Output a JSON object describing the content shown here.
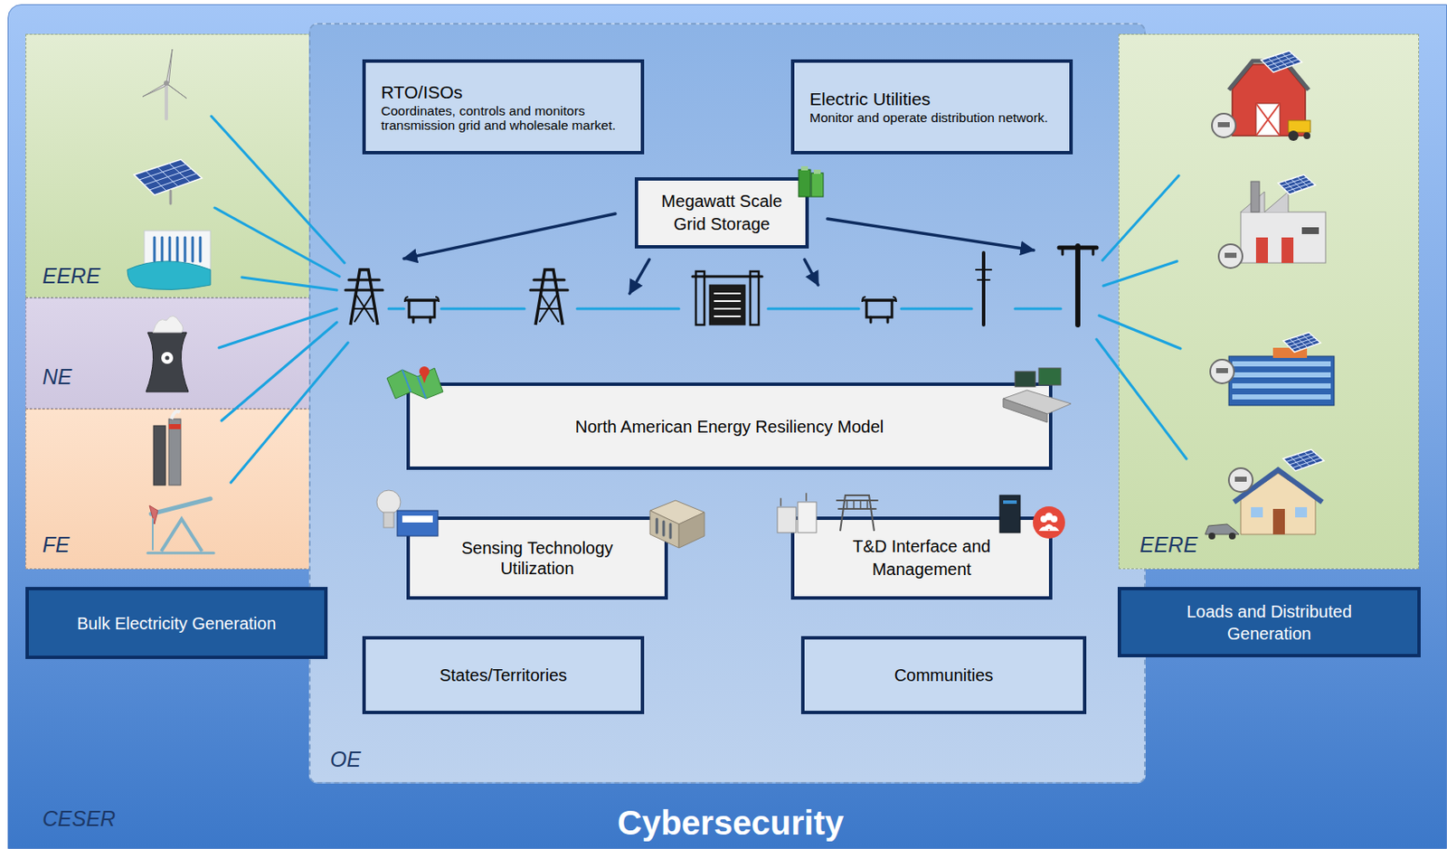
{
  "diagram": {
    "nodes": [
      {
        "text": [
          "CESER",
          "Cybersecurity"
        ]
      },
      {
        "text": [
          "EERE"
        ],
        "in": 0
      },
      {
        "text": [
          "NE"
        ],
        "in": 0
      },
      {
        "text": [
          "FE"
        ],
        "in": 0
      },
      {
        "text": [
          "OE"
        ],
        "in": 0
      },
      {
        "text": [
          "RTO/ISOs",
          "Coordinates, controls and monitors transmission grid and wholesale market."
        ],
        "in": 4
      },
      {
        "text": [
          "Electric Utilities",
          "Monitor and operate distribution network."
        ],
        "in": 4
      },
      {
        "text": [
          "Megawatt Scale Grid Storage"
        ],
        "in": 4
      },
      {
        "text": [
          "North American Energy Resiliency Model"
        ],
        "in": 4
      },
      {
        "text": [
          "Sensing Technology Utilization"
        ],
        "in": 4
      },
      {
        "text": [
          "T&D Interface and Management"
        ],
        "in": 4
      },
      {
        "text": [
          "States/Territories"
        ],
        "in": 4
      },
      {
        "text": [
          "Communities"
        ],
        "in": 4
      },
      {
        "text": [
          "Bulk Electricity Generation"
        ],
        "in": 0
      },
      {
        "text": [
          "EERE"
        ],
        "in": 0
      },
      {
        "text": [
          "Loads and Distributed Generation"
        ],
        "in": 0
      }
    ]
  }
}
